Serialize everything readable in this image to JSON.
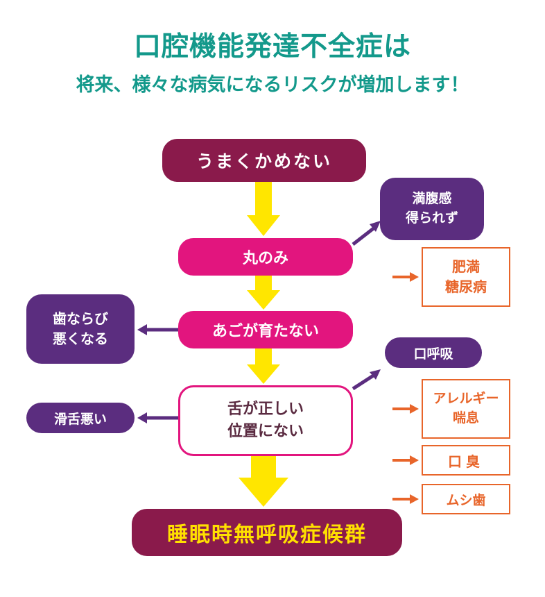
{
  "header": {
    "title": "口腔機能発達不全症は",
    "subtitle": "将来、様々な病気になるリスクが増加します！"
  },
  "flow": {
    "chew": "うまくかめない",
    "swallow_whole": "丸のみ",
    "jaw": "あごが育たない",
    "tongue": "舌が正しい\n位置にない",
    "apnea": "睡眠時無呼吸症候群"
  },
  "side": {
    "fullness": "満腹感\n得られず",
    "teeth": "歯ならび\n悪くなる",
    "mouth_breathing": "口呼吸",
    "swallowing": "滑舌悪い"
  },
  "risks": {
    "obesity": "肥満\n糖尿病",
    "allergy": "アレルギー\n喘息",
    "bad_breath": "口臭",
    "cavities": "ムシ歯"
  },
  "colors": {
    "title": "#13998b",
    "maroon": "#8a1a4b",
    "pink": "#e2157e",
    "purple": "#5b2d7f",
    "orange": "#e8652a",
    "yellow": "#ffe000"
  }
}
